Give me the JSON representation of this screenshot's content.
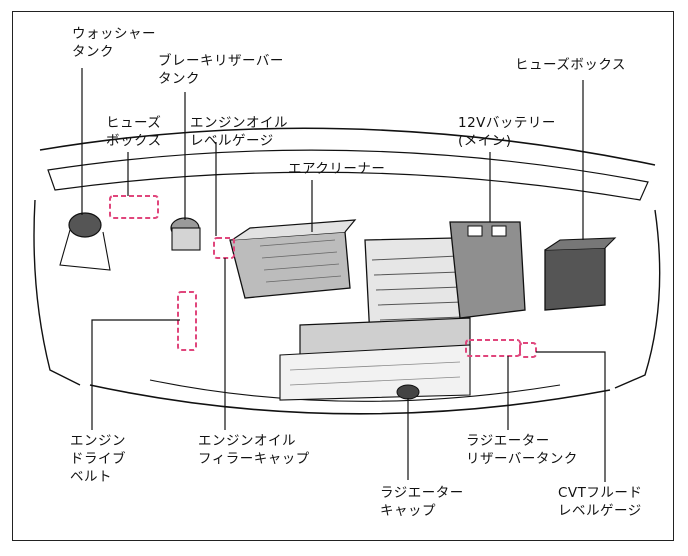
{
  "labels": {
    "washer_tank": "ウォッシャー\nタンク",
    "brake_reservoir": "ブレーキリザーバー\nタンク",
    "fuse_box_left": "ヒューズ\nボックス",
    "oil_level_gauge": "エンジンオイル\nレベルゲージ",
    "fuse_box_right": "ヒューズボックス",
    "battery": "12Vバッテリー\n(メイン)",
    "air_cleaner": "エアクリーナー",
    "drive_belt": "エンジン\nドライブ\nベルト",
    "oil_filler_cap": "エンジンオイル\nフィラーキャップ",
    "radiator_reserve_tank": "ラジエーター\nリザーバータンク",
    "radiator_cap": "ラジエーター\nキャップ",
    "cvt_fluid_gauge": "CVTフルード\nレベルゲージ"
  },
  "colors": {
    "line": "#111111",
    "highlight": "#e0467c",
    "fill_dark": "#555555",
    "fill_mid": "#9a9a9a",
    "fill_light": "#d4d4d4"
  }
}
